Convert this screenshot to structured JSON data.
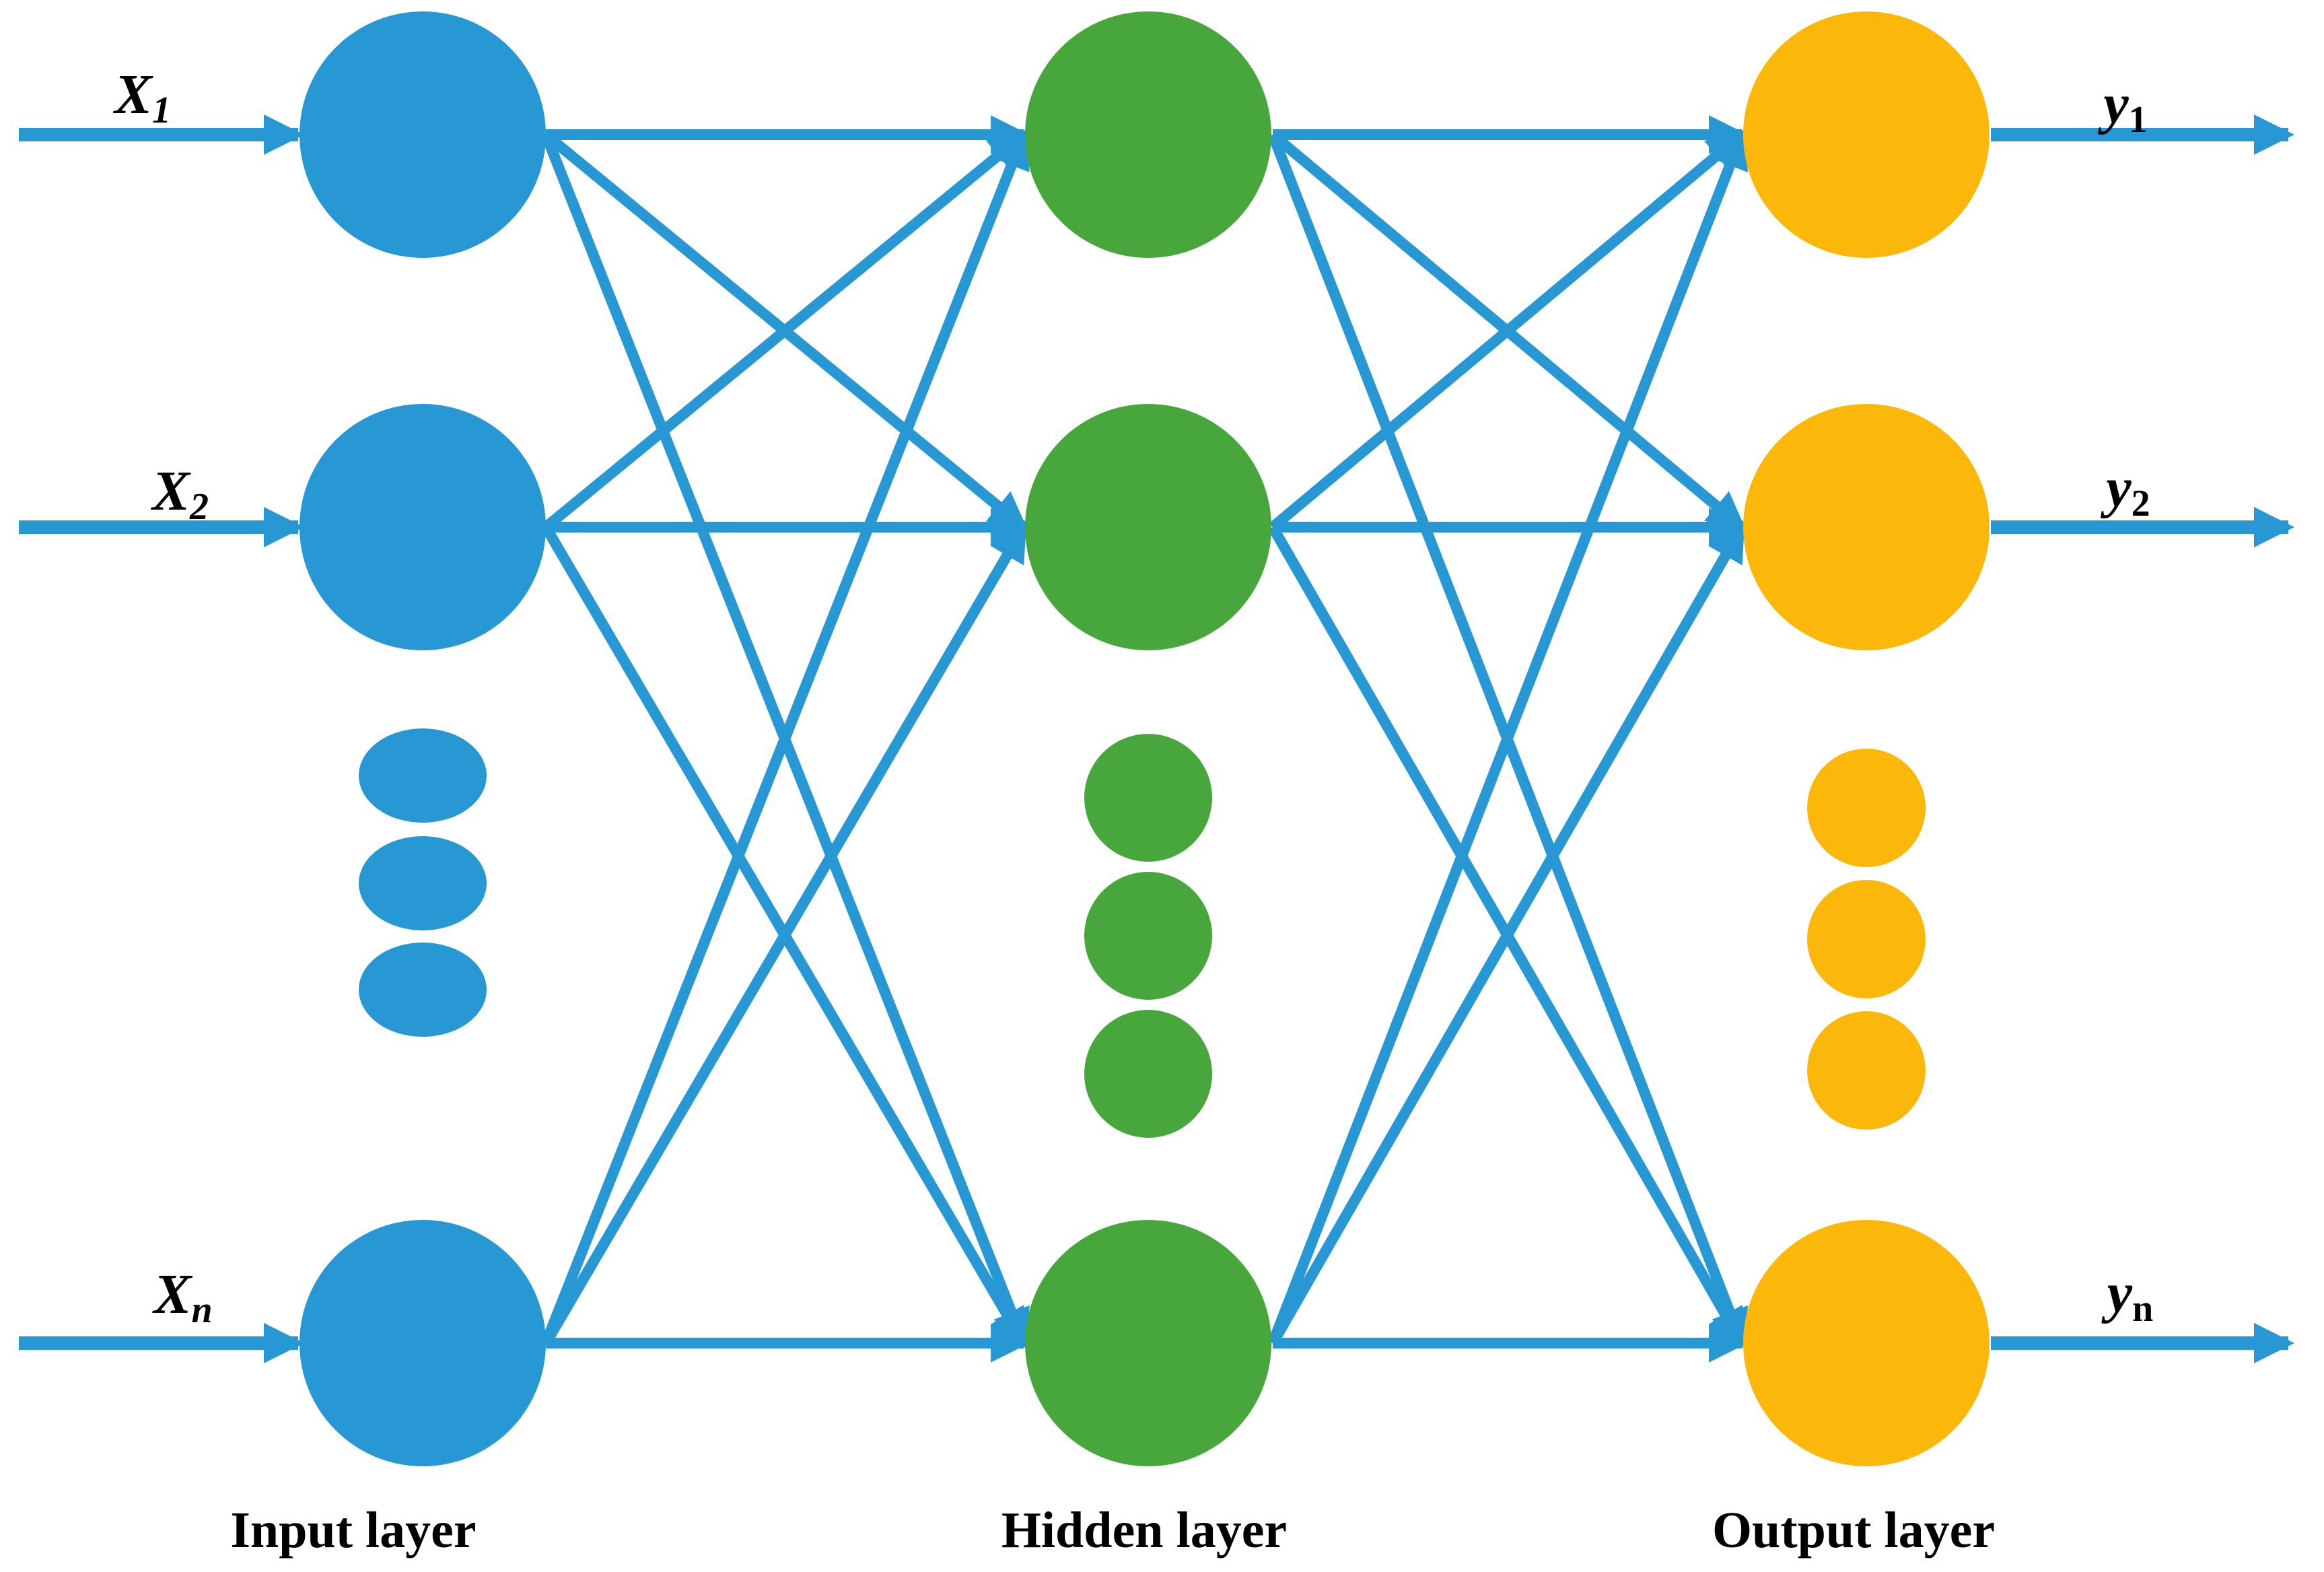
{
  "colors": {
    "connection": "#2898D5",
    "input": "#2898D5",
    "hidden": "#47A63C",
    "output": "#FBB80A",
    "text": "#000000"
  },
  "diagram": {
    "type": "feed-forward neural network, fully connected, 3 layers",
    "layers": {
      "input": {
        "label": "Input layer",
        "node_labels": [
          {
            "base": "X",
            "sub": "1"
          },
          {
            "base": "X",
            "sub": "2"
          },
          {
            "base": "X",
            "sub": "n"
          }
        ]
      },
      "hidden": {
        "label": "Hidden layer"
      },
      "output": {
        "label": "Output layer",
        "node_labels": [
          {
            "base": "y",
            "sub": "1"
          },
          {
            "base": "y",
            "sub": "2"
          },
          {
            "base": "y",
            "sub": "n"
          }
        ]
      }
    }
  }
}
